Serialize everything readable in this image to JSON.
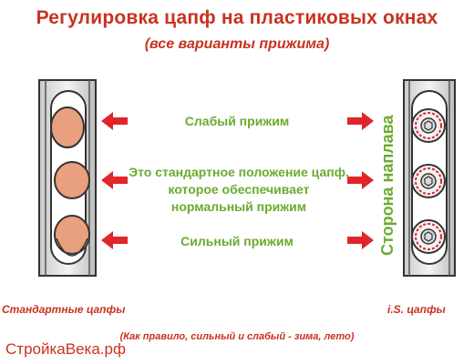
{
  "title": "Регулировка цапф на пластиковых окнах",
  "subtitle": "(все варианты прижима)",
  "labels": {
    "weak": "Слабый прижим",
    "standard": "Это стандартное положение цапф, которое обеспечивает нормальный прижим",
    "strong": "Сильный прижим",
    "side": "Сторона наплава"
  },
  "captions": {
    "left": "Стандартные цапфы",
    "right": "i.S. цапфы"
  },
  "footnote": "(Как правило, сильный и слабый - зима, лето)",
  "watermark": "СтройкаВека.рф",
  "colors": {
    "red": "#c8321e",
    "green": "#6aab2e",
    "trunnion": "#e9a07e",
    "arrow": "#e0252b"
  }
}
